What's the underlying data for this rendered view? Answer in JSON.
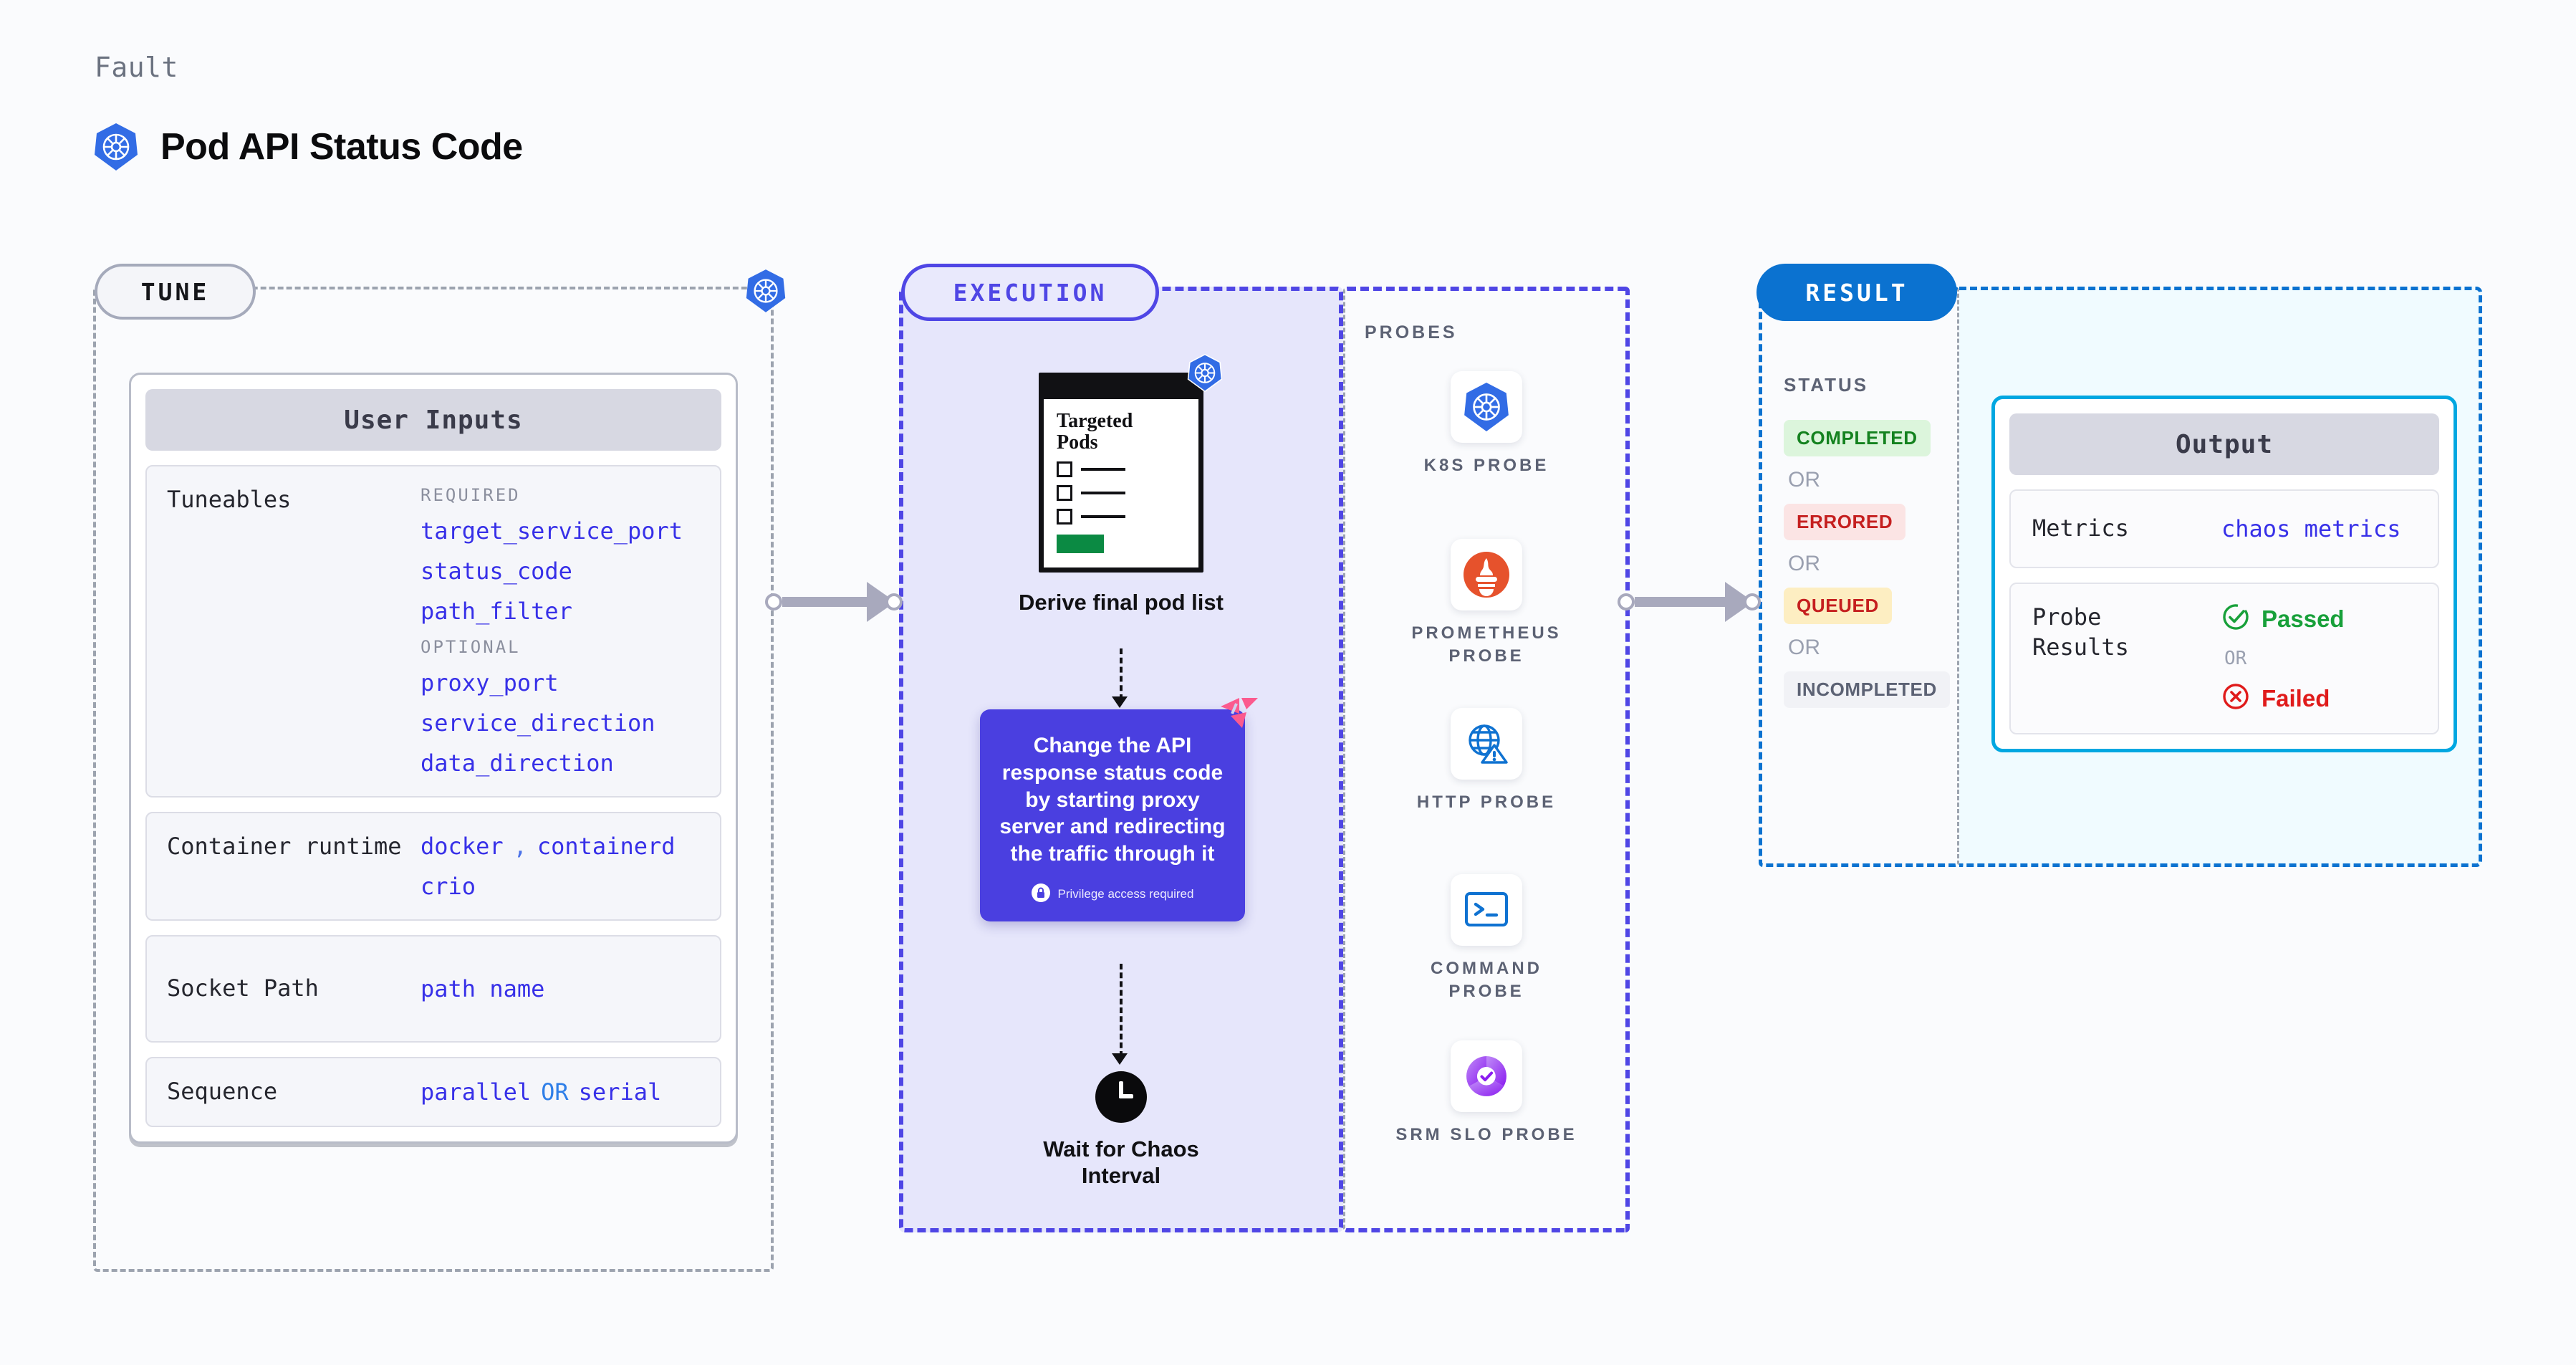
{
  "header": {
    "eyebrow": "Fault",
    "title": "Pod API Status Code",
    "logo_icon": "kubernetes-icon"
  },
  "stages": {
    "tune": {
      "pill": "TUNE"
    },
    "execution": {
      "pill": "EXECUTION"
    },
    "result": {
      "pill": "RESULT"
    }
  },
  "tune": {
    "card_title": "User Inputs",
    "sections": [
      {
        "label": "Tuneables",
        "groups": [
          {
            "head": "REQUIRED",
            "items": [
              "target_service_port",
              "status_code",
              "path_filter"
            ]
          },
          {
            "head": "OPTIONAL",
            "items": [
              "proxy_port",
              "service_direction",
              "data_direction"
            ]
          }
        ]
      }
    ],
    "container_runtime": {
      "label": "Container runtime",
      "values": [
        "docker",
        "containerd",
        "crio"
      ],
      "separator": ","
    },
    "socket_path": {
      "label": "Socket Path",
      "value": "path name"
    },
    "sequence": {
      "label": "Sequence",
      "left": "parallel",
      "or": "OR",
      "right": "serial"
    }
  },
  "execution": {
    "pods_doc": {
      "heading_line1": "Targeted",
      "heading_line2": "Pods",
      "badge_icon": "kubernetes-icon"
    },
    "derive_caption": "Derive final pod list",
    "action_card": {
      "text": "Change the API response status code by starting proxy server and redirecting the traffic through it",
      "privilege_note": "Privilege access required",
      "privilege_icon": "lock-icon",
      "ribbon_icon": "harness-ribbon-icon",
      "bg_color": "#4a3fe0"
    },
    "wait": {
      "icon": "clock-icon",
      "caption_line1": "Wait for Chaos",
      "caption_line2": "Interval"
    }
  },
  "probes": {
    "title": "PROBES",
    "items": [
      {
        "label": "K8S PROBE",
        "icon": "kubernetes-icon"
      },
      {
        "label": "PROMETHEUS PROBE",
        "icon": "prometheus-icon"
      },
      {
        "label": "HTTP PROBE",
        "icon": "http-globe-warning-icon"
      },
      {
        "label": "COMMAND PROBE",
        "icon": "terminal-icon"
      },
      {
        "label": "SRM SLO PROBE",
        "icon": "srm-slo-donut-check-icon"
      }
    ]
  },
  "status": {
    "title": "STATUS",
    "or_label": "OR",
    "items": [
      {
        "label": "COMPLETED",
        "bg": "#dcf5dc",
        "fg": "#14821f"
      },
      {
        "label": "ERRORED",
        "bg": "#fbe4e4",
        "fg": "#c51f1f"
      },
      {
        "label": "QUEUED",
        "bg": "#fdeec2",
        "fg": "#c51f1f"
      },
      {
        "label": "INCOMPLETED",
        "bg": "#f1f2f6",
        "fg": "#5c6274"
      }
    ]
  },
  "output": {
    "card_title": "Output",
    "metrics": {
      "label": "Metrics",
      "value": "chaos metrics"
    },
    "probe_results": {
      "label": "Probe Results",
      "passed": "Passed",
      "or": "OR",
      "failed": "Failed",
      "passed_icon": "check-circle-icon",
      "failed_icon": "x-circle-icon"
    }
  }
}
